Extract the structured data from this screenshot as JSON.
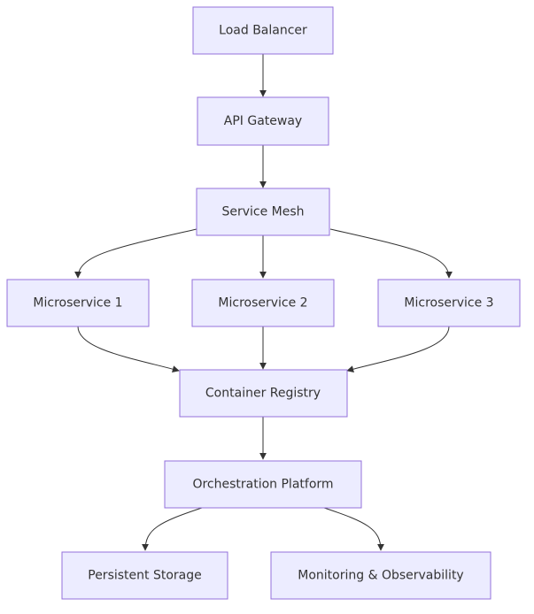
{
  "diagram": {
    "type": "flowchart",
    "colors": {
      "node_fill": "#ECECFF",
      "node_stroke": "#9370DB",
      "edge": "#333333",
      "text": "#333333",
      "background": "#FFFFFF"
    },
    "nodes": [
      {
        "id": "load-balancer",
        "label": "Load Balancer"
      },
      {
        "id": "api-gateway",
        "label": "API Gateway"
      },
      {
        "id": "service-mesh",
        "label": "Service Mesh"
      },
      {
        "id": "microservice-1",
        "label": "Microservice 1"
      },
      {
        "id": "microservice-2",
        "label": "Microservice 2"
      },
      {
        "id": "microservice-3",
        "label": "Microservice 3"
      },
      {
        "id": "container-registry",
        "label": "Container Registry"
      },
      {
        "id": "orchestration-platform",
        "label": "Orchestration Platform"
      },
      {
        "id": "persistent-storage",
        "label": "Persistent Storage"
      },
      {
        "id": "monitoring-observability",
        "label": "Monitoring & Observability"
      }
    ],
    "edges": [
      {
        "from": "load-balancer",
        "to": "api-gateway"
      },
      {
        "from": "api-gateway",
        "to": "service-mesh"
      },
      {
        "from": "service-mesh",
        "to": "microservice-1"
      },
      {
        "from": "service-mesh",
        "to": "microservice-2"
      },
      {
        "from": "service-mesh",
        "to": "microservice-3"
      },
      {
        "from": "microservice-1",
        "to": "container-registry"
      },
      {
        "from": "microservice-2",
        "to": "container-registry"
      },
      {
        "from": "microservice-3",
        "to": "container-registry"
      },
      {
        "from": "container-registry",
        "to": "orchestration-platform"
      },
      {
        "from": "orchestration-platform",
        "to": "persistent-storage"
      },
      {
        "from": "orchestration-platform",
        "to": "monitoring-observability"
      }
    ]
  }
}
